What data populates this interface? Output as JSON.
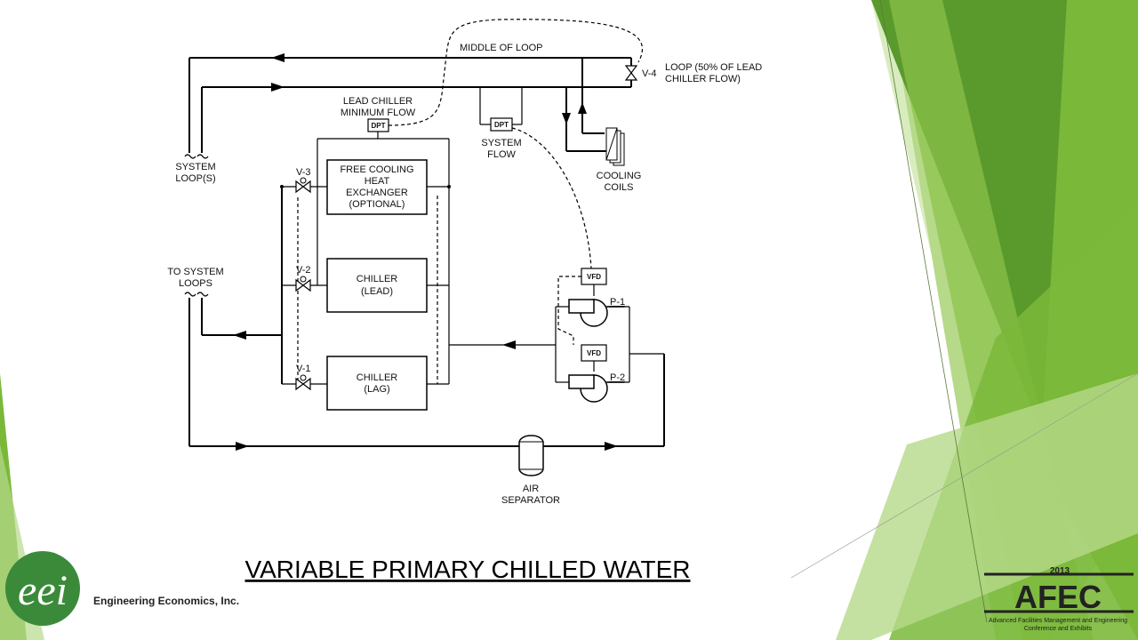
{
  "diagram": {
    "title": "VARIABLE PRIMARY CHILLED WATER",
    "labels": {
      "middle_of_loop": "MIDDLE OF LOOP",
      "loop_50_line1": "LOOP (50% OF LEAD",
      "loop_50_line2": "CHILLER FLOW)",
      "v4": "V-4",
      "lead_min_line1": "LEAD CHILLER",
      "lead_min_line2": "MINIMUM FLOW",
      "dpt": "DPT",
      "system_flow_line1": "SYSTEM",
      "system_flow_line2": "FLOW",
      "cooling_coils_line1": "COOLING",
      "cooling_coils_line2": "COILS",
      "system_loops_line1": "SYSTEM",
      "system_loops_line2": "LOOP(S)",
      "v3": "V-3",
      "v2": "V-2",
      "v1": "V-1",
      "free_cooling_line1": "FREE COOLING",
      "free_cooling_line2": "HEAT",
      "free_cooling_line3": "EXCHANGER",
      "free_cooling_line4": "(OPTIONAL)",
      "chiller_lead_line1": "CHILLER",
      "chiller_lead_line2": "(LEAD)",
      "chiller_lag_line1": "CHILLER",
      "chiller_lag_line2": "(LAG)",
      "to_system_line1": "TO SYSTEM",
      "to_system_line2": "LOOPS",
      "vfd": "VFD",
      "p1": "P-1",
      "p2": "P-2",
      "air_sep_line1": "AIR",
      "air_sep_line2": "SEPARATOR"
    }
  },
  "footer": {
    "company_logo_text": "eei",
    "company_name": "Engineering Economics, Inc.",
    "afec_year": "2013",
    "afec_logo": "AFEC",
    "afec_sub_line1": "Advanced Facilities Management and Engineering",
    "afec_sub_line2": "Conference and Exhibits"
  },
  "colors": {
    "green_dark": "#5a9a2c",
    "green_mid": "#7ab83a",
    "green_light": "#b6d98a",
    "green_pale": "#d9ecc0",
    "logo_green": "#3b8a3a"
  }
}
